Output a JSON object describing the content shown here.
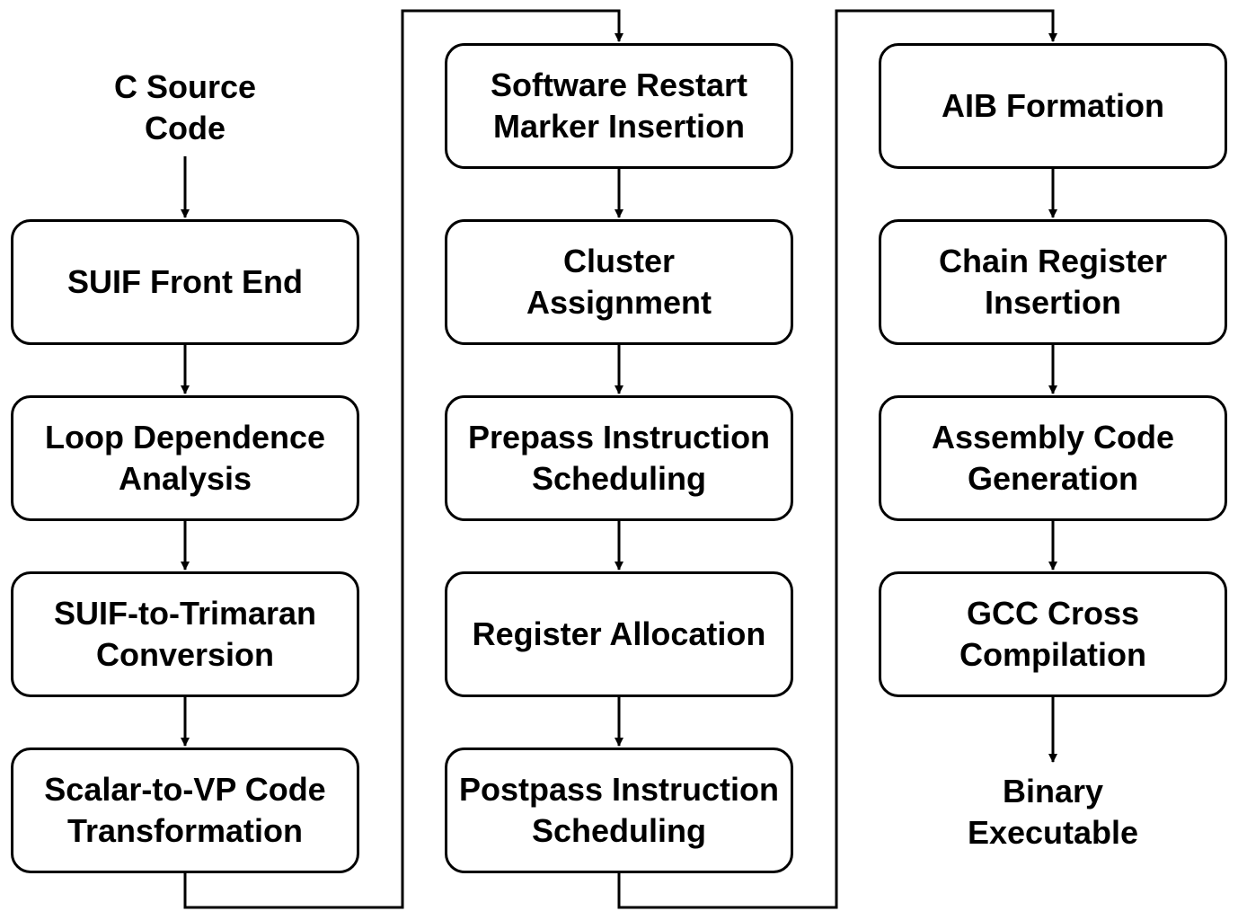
{
  "input": "C Source\nCode",
  "output": "Binary\nExecutable",
  "columns": [
    {
      "steps": [
        "SUIF Front End",
        "Loop Dependence\nAnalysis",
        "SUIF-to-Trimaran\nConversion",
        "Scalar-to-VP Code\nTransformation"
      ]
    },
    {
      "steps": [
        "Software Restart\nMarker Insertion",
        "Cluster\nAssignment",
        "Prepass Instruction\nScheduling",
        "Register Allocation",
        "Postpass Instruction\nScheduling"
      ]
    },
    {
      "steps": [
        "AIB Formation",
        "Chain Register\nInsertion",
        "Assembly Code\nGeneration",
        "GCC Cross\nCompilation"
      ]
    }
  ]
}
